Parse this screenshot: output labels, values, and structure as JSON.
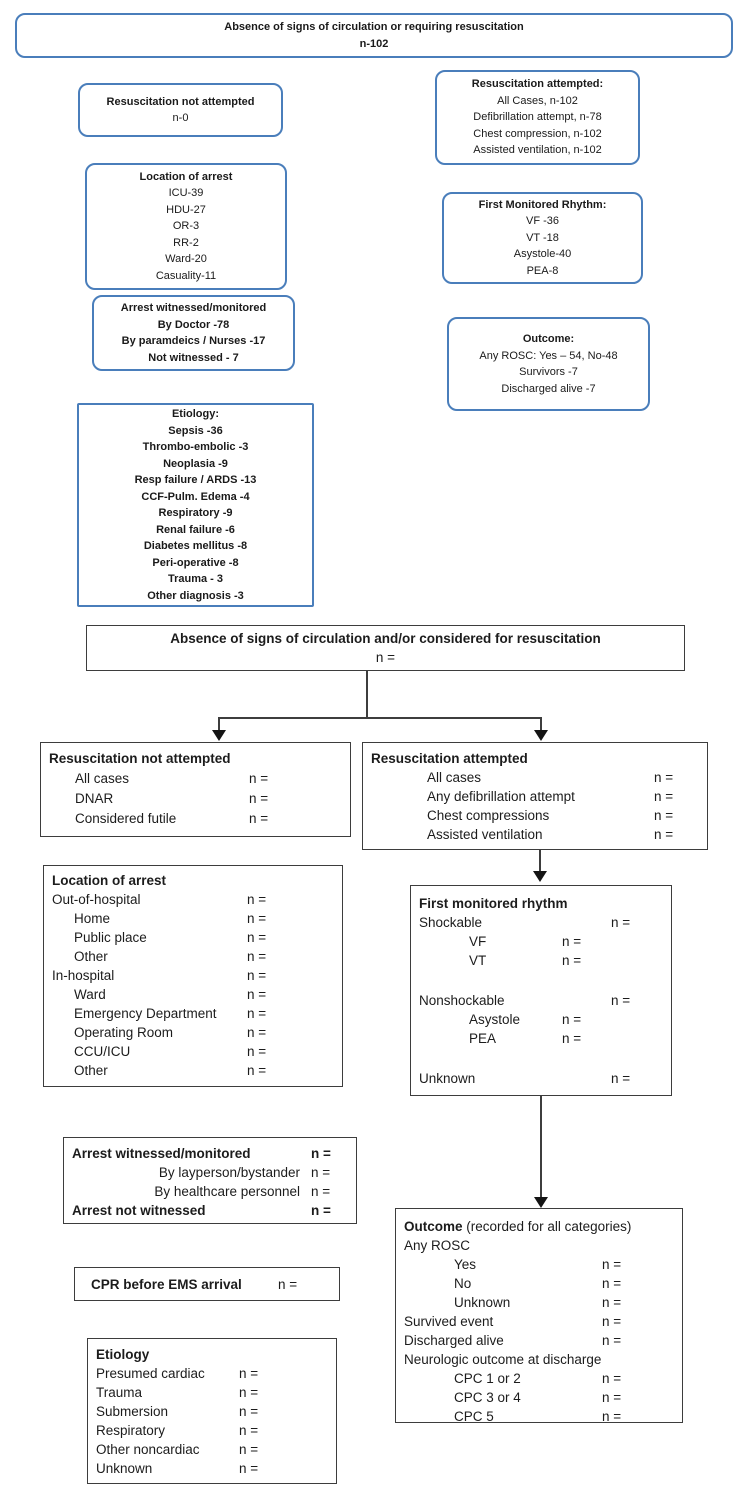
{
  "figure": {
    "top": {
      "main_box": {
        "line1": "Absence of signs of circulation or requiring resuscitation",
        "line2": "n-102"
      },
      "resus_not_attempted": {
        "title": "Resuscitation not attempted",
        "lines": [
          "n-0"
        ]
      },
      "resus_attempted": {
        "title": "Resuscitation attempted:",
        "lines": [
          "All Cases, n-102",
          "Defibrillation attempt, n-78",
          "Chest compression, n-102",
          "Assisted ventilation, n-102"
        ]
      },
      "location": {
        "title": "Location of arrest",
        "lines": [
          "ICU-39",
          "HDU-27",
          "OR-3",
          "RR-2",
          "Ward-20",
          "Casuality-11"
        ]
      },
      "rhythm": {
        "title": "First Monitored Rhythm:",
        "lines": [
          "VF -36",
          "VT -18",
          "Asystole-40",
          "PEA-8"
        ]
      },
      "witnessed": {
        "title": "Arrest witnessed/monitored",
        "lines": [
          "By Doctor -78",
          "By paramdeics / Nurses -17",
          "Not witnessed - 7"
        ]
      },
      "outcome": {
        "title": "Outcome:",
        "lines": [
          "Any ROSC: Yes – 54, No-48",
          "Survivors -7",
          "Discharged alive -7"
        ]
      },
      "etiology": {
        "title": "Etiology:",
        "lines": [
          "Sepsis -36",
          "Thrombo-embolic -3",
          "Neoplasia -9",
          "Resp failure / ARDS -13",
          "CCF-Pulm. Edema -4",
          "Respiratory -9",
          "Renal failure -6",
          "Diabetes mellitus -8",
          "Peri-operative -8",
          "Trauma - 3",
          "Other diagnosis -3"
        ]
      }
    },
    "template": {
      "main_box": {
        "title": "Absence of signs of circulation and/or considered for resuscitation",
        "n": "n ="
      },
      "resus_not_attempted": {
        "title": "Resuscitation not attempted",
        "rows": [
          {
            "label": "All cases",
            "n": "n ="
          },
          {
            "label": "DNAR",
            "n": "n ="
          },
          {
            "label": "Considered futile",
            "n": "n ="
          }
        ]
      },
      "resus_attempted": {
        "title": "Resuscitation attempted",
        "rows": [
          {
            "label": "All cases",
            "n": "n ="
          },
          {
            "label": "Any defibrillation attempt",
            "n": "n ="
          },
          {
            "label": "Chest compressions",
            "n": "n ="
          },
          {
            "label": "Assisted ventilation",
            "n": "n ="
          }
        ]
      },
      "location": {
        "title": "Location of arrest",
        "rows": [
          {
            "label": "Out-of-hospital",
            "n": "n ="
          },
          {
            "label": "Home",
            "n": "n ="
          },
          {
            "label": "Public place",
            "n": "n ="
          },
          {
            "label": "Other",
            "n": "n ="
          },
          {
            "label": "In-hospital",
            "n": "n ="
          },
          {
            "label": "Ward",
            "n": "n ="
          },
          {
            "label": "Emergency Department",
            "n": "n ="
          },
          {
            "label": "Operating Room",
            "n": "n ="
          },
          {
            "label": "CCU/ICU",
            "n": "n ="
          },
          {
            "label": "Other",
            "n": "n ="
          }
        ]
      },
      "rhythm": {
        "title": "First monitored rhythm",
        "rows": [
          {
            "label": "Shockable",
            "n": "n ="
          },
          {
            "label": "VF",
            "n": "n ="
          },
          {
            "label": "VT",
            "n": "n ="
          },
          {
            "label": "Nonshockable",
            "n": "n ="
          },
          {
            "label": "Asystole",
            "n": "n ="
          },
          {
            "label": "PEA",
            "n": "n ="
          },
          {
            "label": "Unknown",
            "n": "n ="
          }
        ]
      },
      "witnessed": {
        "rows": [
          {
            "label": "Arrest witnessed/monitored",
            "n": "n ="
          },
          {
            "label": "By layperson/bystander",
            "n": "n ="
          },
          {
            "label": "By healthcare personnel",
            "n": "n ="
          },
          {
            "label": "Arrest not witnessed",
            "n": "n ="
          }
        ]
      },
      "cpr": {
        "label": "CPR before EMS arrival",
        "n": "n ="
      },
      "etiology": {
        "title": "Etiology",
        "rows": [
          {
            "label": "Presumed cardiac",
            "n": "n ="
          },
          {
            "label": "Trauma",
            "n": "n ="
          },
          {
            "label": "Submersion",
            "n": "n ="
          },
          {
            "label": "Respiratory",
            "n": "n ="
          },
          {
            "label": "Other noncardiac",
            "n": "n ="
          },
          {
            "label": "Unknown",
            "n": "n ="
          }
        ]
      },
      "outcome": {
        "title": "Outcome",
        "note": "(recorded for all categories)",
        "rows": [
          {
            "label": "Any ROSC",
            "n": ""
          },
          {
            "label": "Yes",
            "n": "n ="
          },
          {
            "label": "No",
            "n": "n ="
          },
          {
            "label": "Unknown",
            "n": "n ="
          },
          {
            "label": "Survived event",
            "n": "n ="
          },
          {
            "label": "Discharged alive",
            "n": "n ="
          },
          {
            "label": "Neurologic outcome at discharge",
            "n": ""
          },
          {
            "label": "CPC 1 or 2",
            "n": "n ="
          },
          {
            "label": "CPC 3 or 4",
            "n": "n ="
          },
          {
            "label": "CPC 5",
            "n": "n ="
          }
        ]
      }
    },
    "colors": {
      "blue_border": "#4a7ebb",
      "black_border": "#3d3d3d"
    }
  }
}
